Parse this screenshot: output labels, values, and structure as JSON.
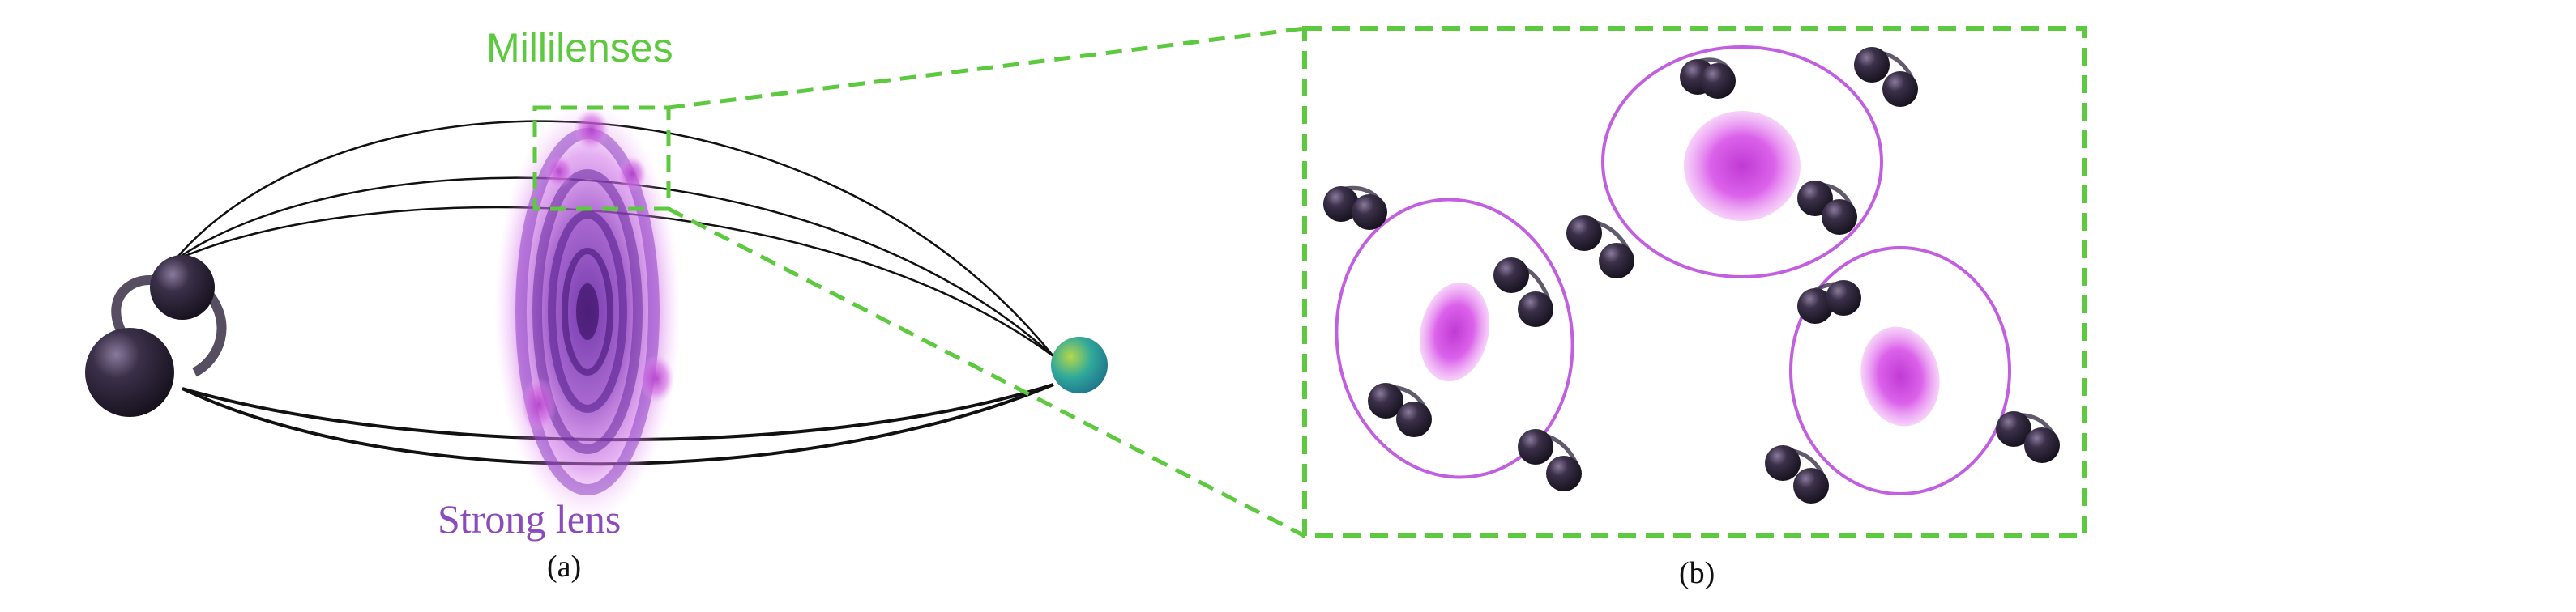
{
  "labels": {
    "millilenses": "Millilenses",
    "strong_lens": "Strong lens",
    "panel_a": "(a)",
    "panel_b": "(b)"
  },
  "colors": {
    "millilens_label": "#5cc93e",
    "zoom_box": "#5cc93e",
    "strong_lens_label": "#8b4bbd",
    "lens_purple": "#7b3fb4",
    "halo_outline": "#c25ee0",
    "halo_core": "#d64fe0",
    "black_hole": "#2a2236",
    "observer": "#2aa7a0",
    "ray": "#111111"
  },
  "icons": [
    "black-hole-binary-icon",
    "observer-earth-icon",
    "millilens-halo-icon"
  ]
}
